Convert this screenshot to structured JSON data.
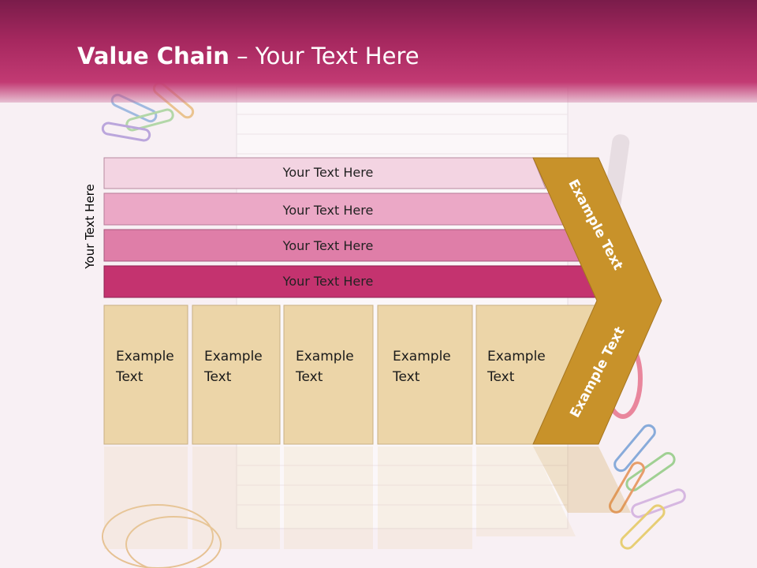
{
  "title": {
    "bold": "Value Chain",
    "rest": " – Your Text Here"
  },
  "side_label": "Your Text Here",
  "bars": [
    {
      "label": "Your Text Here",
      "fill": "#f3d4e2"
    },
    {
      "label": "Your Text Here",
      "fill": "#eba8c6"
    },
    {
      "label": "Your Text Here",
      "fill": "#df7ea8"
    },
    {
      "label": "Your Text Here",
      "fill": "#c4336f"
    }
  ],
  "boxes": [
    {
      "line1": "Example",
      "line2": "Text"
    },
    {
      "line1": "Example",
      "line2": "Text"
    },
    {
      "line1": "Example",
      "line2": "Text"
    },
    {
      "line1": "Example",
      "line2": "Text"
    },
    {
      "line1": "Example",
      "line2": "Text"
    }
  ],
  "chevron": {
    "top_text": "Example Text",
    "bottom_text": "Example Text",
    "fill": "#c8922a"
  },
  "colors": {
    "header": "#a6285f",
    "box_fill": "#ecd5a8",
    "box_stroke": "#c9b084"
  }
}
